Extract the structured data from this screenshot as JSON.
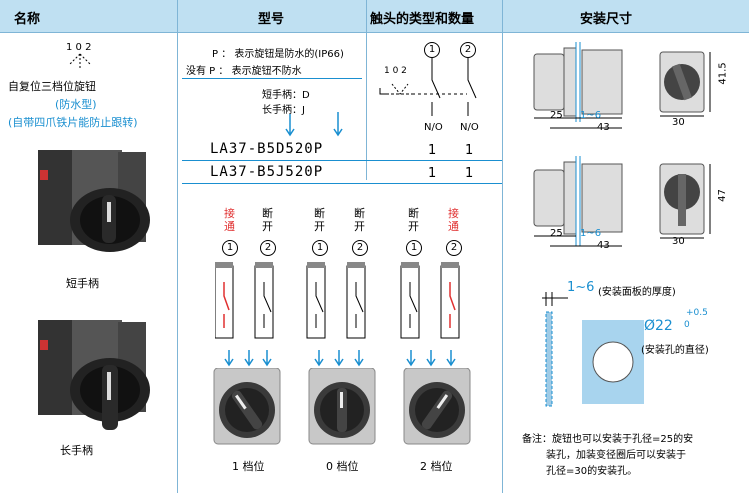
{
  "headers": {
    "name": "名称",
    "model": "型号",
    "contacts": "触头的类型和数量",
    "mount": "安装尺寸"
  },
  "left": {
    "pos_label": "1 0 2",
    "title": "自复位三档位旋钮",
    "waterproof": "(防水型)",
    "note": "(自带四爪铁片能防止跟转)",
    "short_handle": "短手柄",
    "long_handle": "长手柄"
  },
  "model_col": {
    "p_line": "P ： 表示旋钮是防水的(IP66)",
    "no_p_line": "没有 P ： 表示旋钮不防水",
    "short_line": "短手柄：D",
    "long_line": "长手柄：J",
    "models": [
      "LA37-B5D520P",
      "LA37-B5J520P"
    ]
  },
  "contact_col": {
    "c1": "1",
    "c2": "2",
    "pos_label": "1 0 2",
    "type1": "N/O",
    "type2": "N/O",
    "counts": [
      [
        "1",
        "1"
      ],
      [
        "1",
        "1"
      ]
    ]
  },
  "states": {
    "on": "接通",
    "off": "断开",
    "c1": "1",
    "c2": "2",
    "positions": [
      "1 档位",
      "0 档位",
      "2 档位"
    ]
  },
  "mount_col": {
    "d25a": "25",
    "d16a": "1~6",
    "d43a": "43",
    "d415": "41.5",
    "d30a": "30",
    "d25b": "25",
    "d16b": "1~6",
    "d43b": "43",
    "d47": "47",
    "d30b": "30",
    "panel_range": "1~6",
    "panel_text": "(安装面板的厚度)",
    "hole_dia": "Ø22",
    "tol_plus": "+0.5",
    "tol_zero": "0",
    "hole_text": "(安装孔的直径)",
    "note_lines": [
      "备注：旋钮也可以安装于孔径=25的安",
      "装孔，加装变径圈后可以安装于",
      "孔径=30的安装孔。"
    ]
  }
}
